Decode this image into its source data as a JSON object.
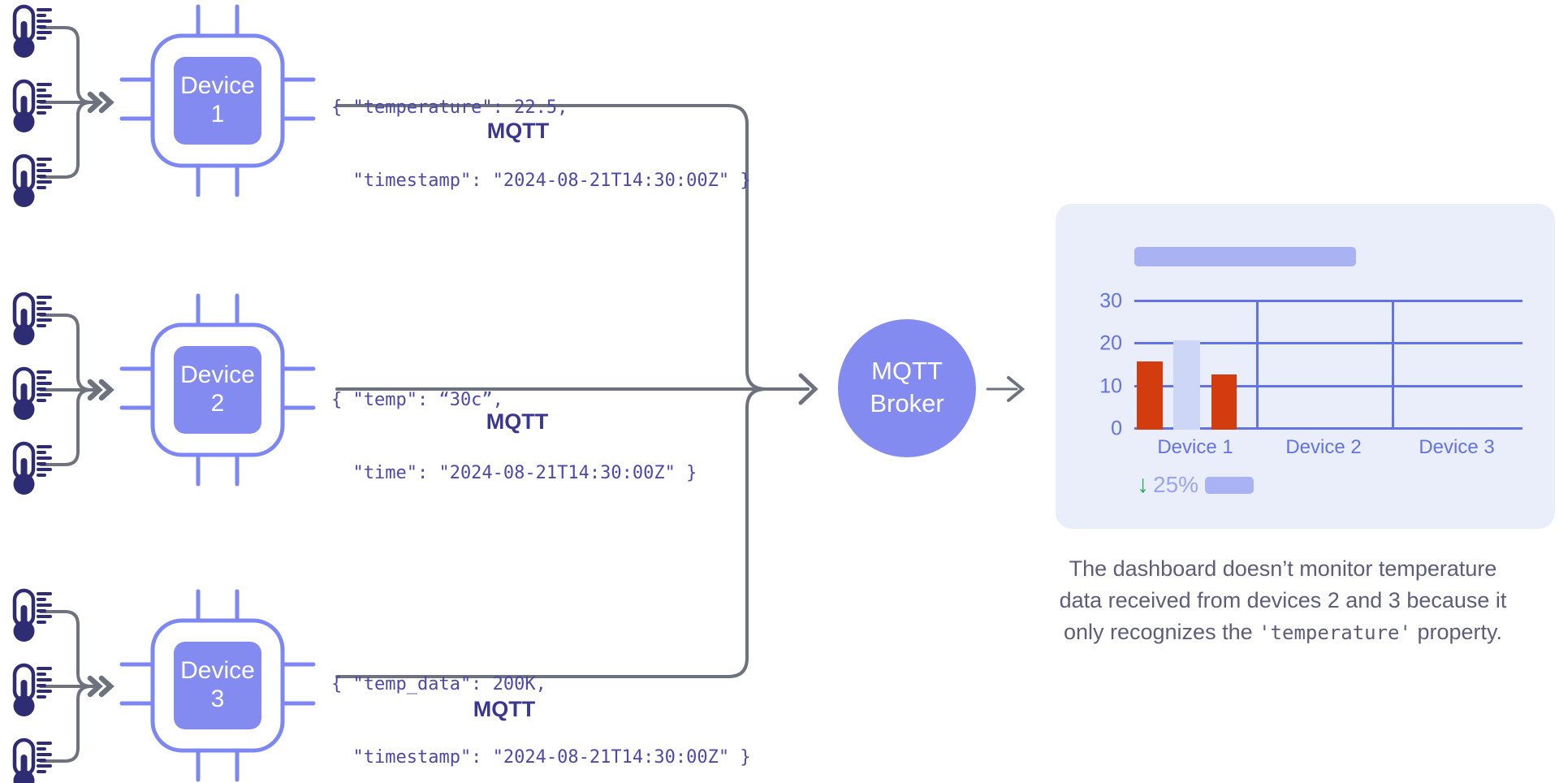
{
  "devices": [
    {
      "label": "Device 1",
      "sensors": 3,
      "payload_line1": "{ \"temperature\": 22.5,",
      "payload_line2": "  \"timestamp\": \"2024-08-21T14:30:00Z\" }",
      "protocol": "MQTT"
    },
    {
      "label": "Device 2",
      "sensors": 3,
      "payload_line1": "{ \"temp\": “30c”,",
      "payload_line2": "  \"time\": \"2024-08-21T14:30:00Z\" }",
      "protocol": "MQTT"
    },
    {
      "label": "Device 3",
      "sensors": 3,
      "payload_line1": "{ \"temp_data\": 200K,",
      "payload_line2": "  \"timestamp\": \"2024-08-21T14:30:00Z\" }",
      "protocol": "MQTT"
    }
  ],
  "broker": {
    "label": "MQTT Broker"
  },
  "dashboard": {
    "chart_data": {
      "type": "bar",
      "categories": [
        "Device 1",
        "Device 2",
        "Device 3"
      ],
      "bars": [
        {
          "category": "Device 1",
          "value": 16,
          "color": "#d23c0f"
        },
        {
          "category": "Device 1",
          "value": 21,
          "color": "#cdd6f6"
        },
        {
          "category": "Device 1",
          "value": 13,
          "color": "#d23c0f"
        }
      ],
      "yticks": [
        "30",
        "20",
        "10",
        "0"
      ],
      "ylim": [
        0,
        30
      ],
      "grid": true,
      "legend": "none"
    },
    "stat": {
      "value": "25%",
      "direction": "down"
    }
  },
  "caption": {
    "line1": "The dashboard doesn’t monitor temperature",
    "line2": "data received from devices 2 and 3 because it",
    "line3_prefix": "only recognizes the ",
    "line3_code": "'temperature'",
    "line3_suffix": " property."
  },
  "colors": {
    "chip_outline": "#7d87f4",
    "chip_fill": "#848bf0",
    "broker_fill": "#848bf0",
    "thermometer": "#2e2c72",
    "connector_gray": "#6e727e",
    "json_text": "#4b48ae",
    "mqtt_label": "#3a3792",
    "card_bg": "#eaeefb",
    "grid_blue": "#6273e3",
    "bar_red": "#d23c0f",
    "bar_lavender": "#cdd6f6",
    "trend_green": "#1fad4e",
    "stat_text": "#9aa5ef",
    "caption_text": "#5d5d7b"
  }
}
